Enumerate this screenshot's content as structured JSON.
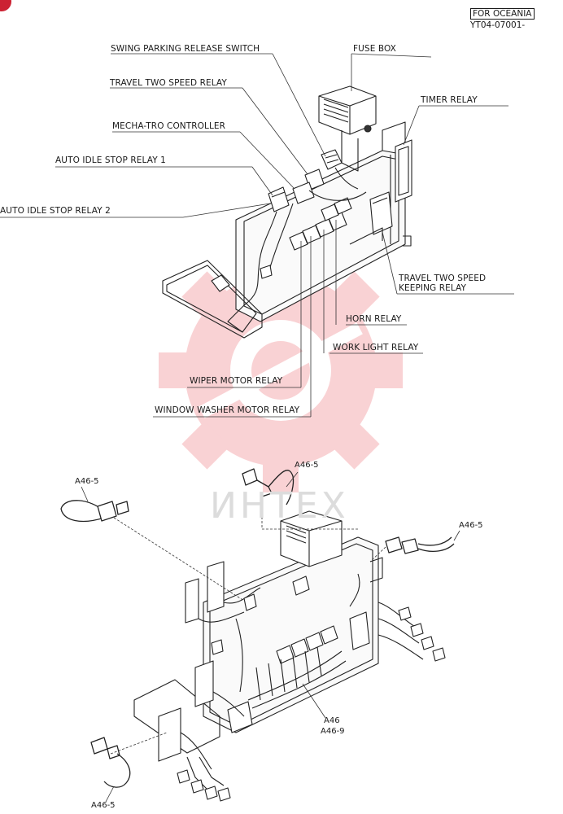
{
  "header": {
    "region": "FOR OCEANIA",
    "serial": "YT04-07001-"
  },
  "labels": {
    "swing_parking_release_switch": "SWING PARKING RELEASE SWITCH",
    "fuse_box": "FUSE BOX",
    "travel_two_speed_relay": "TRAVEL TWO SPEED RELAY",
    "timer_relay": "TIMER RELAY",
    "mecha_tro_controller": "MECHA-TRO CONTROLLER",
    "auto_idle_stop_relay_1": "AUTO IDLE STOP RELAY 1",
    "auto_idle_stop_relay_2": "AUTO IDLE STOP RELAY 2",
    "travel_two_speed_keeping_relay_line1": "TRAVEL TWO SPEED",
    "travel_two_speed_keeping_relay_line2": "KEEPING RELAY",
    "horn_relay": "HORN RELAY",
    "work_light_relay": "WORK LIGHT RELAY",
    "wiper_motor_relay": "WIPER MOTOR RELAY",
    "window_washer_motor_relay": "WINDOW WASHER MOTOR RELAY"
  },
  "callouts": {
    "top_center": "A46-5",
    "upper_left": "A46-5",
    "right": "A46-5",
    "bottom_left": "A46-5",
    "harness_main": "A46",
    "harness_sub": "A46-9"
  },
  "watermark": {
    "text": "ИНТЕХ",
    "color": "#e8353f"
  }
}
